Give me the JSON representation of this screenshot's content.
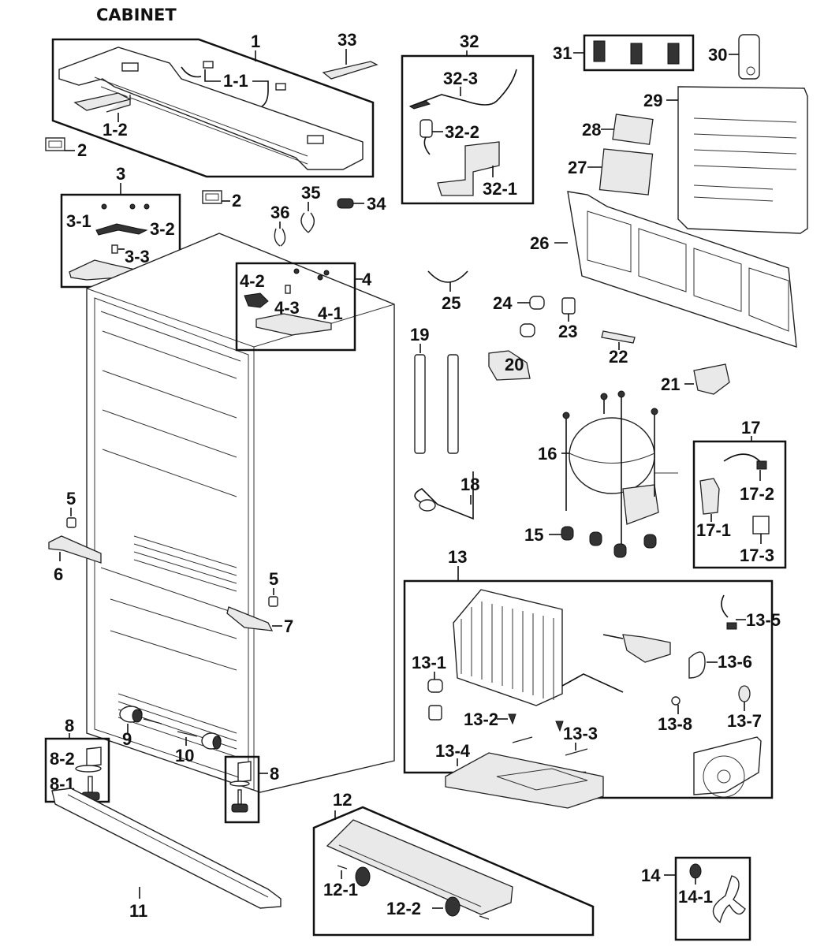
{
  "title": "CABINET",
  "labels": {
    "p1": "1",
    "p1_1": "1-1",
    "p1_2": "1-2",
    "p2a": "2",
    "p2b": "2",
    "p3": "3",
    "p3_1": "3-1",
    "p3_2": "3-2",
    "p3_3": "3-3",
    "p4": "4",
    "p4_1": "4-1",
    "p4_2": "4-2",
    "p4_3": "4-3",
    "p5a": "5",
    "p5b": "5",
    "p6": "6",
    "p7": "7",
    "p8a": "8",
    "p8_1": "8-1",
    "p8_2": "8-2",
    "p8b": "8",
    "p9": "9",
    "p10": "10",
    "p11": "11",
    "p12": "12",
    "p12_1": "12-1",
    "p12_2": "12-2",
    "p13": "13",
    "p13_1": "13-1",
    "p13_2": "13-2",
    "p13_3": "13-3",
    "p13_4": "13-4",
    "p13_5": "13-5",
    "p13_6": "13-6",
    "p13_7": "13-7",
    "p13_8": "13-8",
    "p14": "14",
    "p14_1": "14-1",
    "p15": "15",
    "p16": "16",
    "p17": "17",
    "p17_1": "17-1",
    "p17_2": "17-2",
    "p17_3": "17-3",
    "p18": "18",
    "p19": "19",
    "p20": "20",
    "p21": "21",
    "p22": "22",
    "p23": "23",
    "p24": "24",
    "p25": "25",
    "p26": "26",
    "p27": "27",
    "p28": "28",
    "p29": "29",
    "p30": "30",
    "p31": "31",
    "p32": "32",
    "p32_1": "32-1",
    "p32_2": "32-2",
    "p32_3": "32-3",
    "p33": "33",
    "p34": "34",
    "p35": "35",
    "p36": "36"
  }
}
